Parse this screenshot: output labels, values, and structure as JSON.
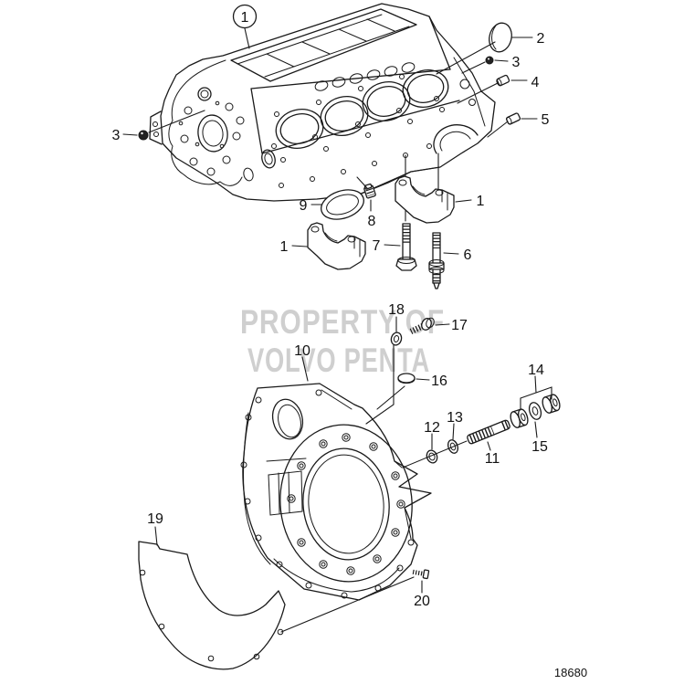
{
  "figure": {
    "number": "18680"
  },
  "watermark": {
    "line1": "PROPERTY OF",
    "line2": "VOLVO PENTA"
  },
  "colors": {
    "line": "#1a1a1a",
    "watermark": "#cdcdcd",
    "background": "#ffffff"
  },
  "callouts": {
    "block_circled": "1",
    "cap_right": "1",
    "cap_left": "1",
    "cup_plug2": "2",
    "plug3_right": "3",
    "plug3_left": "3",
    "pin4": "4",
    "pin5": "5",
    "stud6": "6",
    "bolt7": "7",
    "plug8": "8",
    "seal9": "9",
    "housing10": "10",
    "stud11": "11",
    "washer12": "12",
    "washer13": "13",
    "nuts14": "14",
    "washer15": "15",
    "plug16": "16",
    "bolt17": "17",
    "washer18": "18",
    "plate19": "19",
    "bolt20": "20"
  }
}
